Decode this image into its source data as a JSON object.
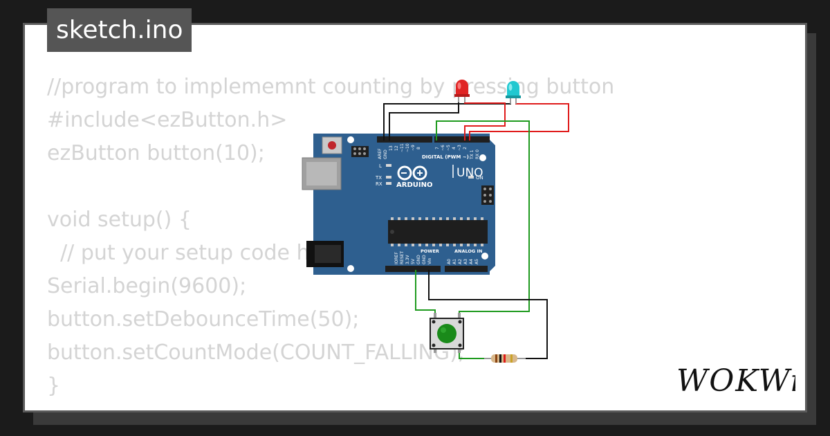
{
  "title": "sketch.ino",
  "code_lines": [
    "//program to implememnt counting by pressing button",
    "#include<ezButton.h>",
    "ezButton button(10);",
    "",
    "void setup() {",
    "  // put your setup code here, to run once:",
    "Serial.begin(9600);",
    "button.setDebounceTime(50);",
    "button.setCountMode(COUNT_FALLING);",
    "}"
  ],
  "board": {
    "brand": "ARDUINO",
    "model": "UNO",
    "digital_label": "DIGITAL (PWM ~)",
    "power_label": "POWER",
    "analog_label": "ANALOG IN",
    "aref": "AREF",
    "gnd": "GND",
    "d13": "13",
    "d12": "12",
    "d11": "~11",
    "d10": "~10",
    "d9": "~9",
    "d8": "8",
    "d7": "7",
    "d6": "~6",
    "d5": "~5",
    "d4": "4",
    "d3": "~3",
    "d2": "2",
    "tx1": "TX 1",
    "rx0": "RX 0",
    "l": "L",
    "tx": "TX",
    "rx": "RX",
    "on": "ON",
    "ioref": "IOREF",
    "reset": "RESET",
    "v33": "3.3V",
    "v5": "5V",
    "gnd1": "GND",
    "gnd2": "GND",
    "vin": "Vin",
    "a0": "A0",
    "a1": "A1",
    "a2": "A2",
    "a3": "A3",
    "a4": "A4",
    "a5": "A5",
    "color": "#2e5f8f"
  },
  "logo": "WOKWi",
  "colors": {
    "background": "#1b1b1b",
    "card": "#ffffff",
    "title_bg": "#555555",
    "code_text": "#d4d4d4",
    "wire_black": "#111111",
    "wire_red": "#e01b1b",
    "wire_green": "#1e9a1e",
    "led_red": "#e02424",
    "led_cyan": "#20c8d0",
    "button_green": "#1a8a1a"
  }
}
